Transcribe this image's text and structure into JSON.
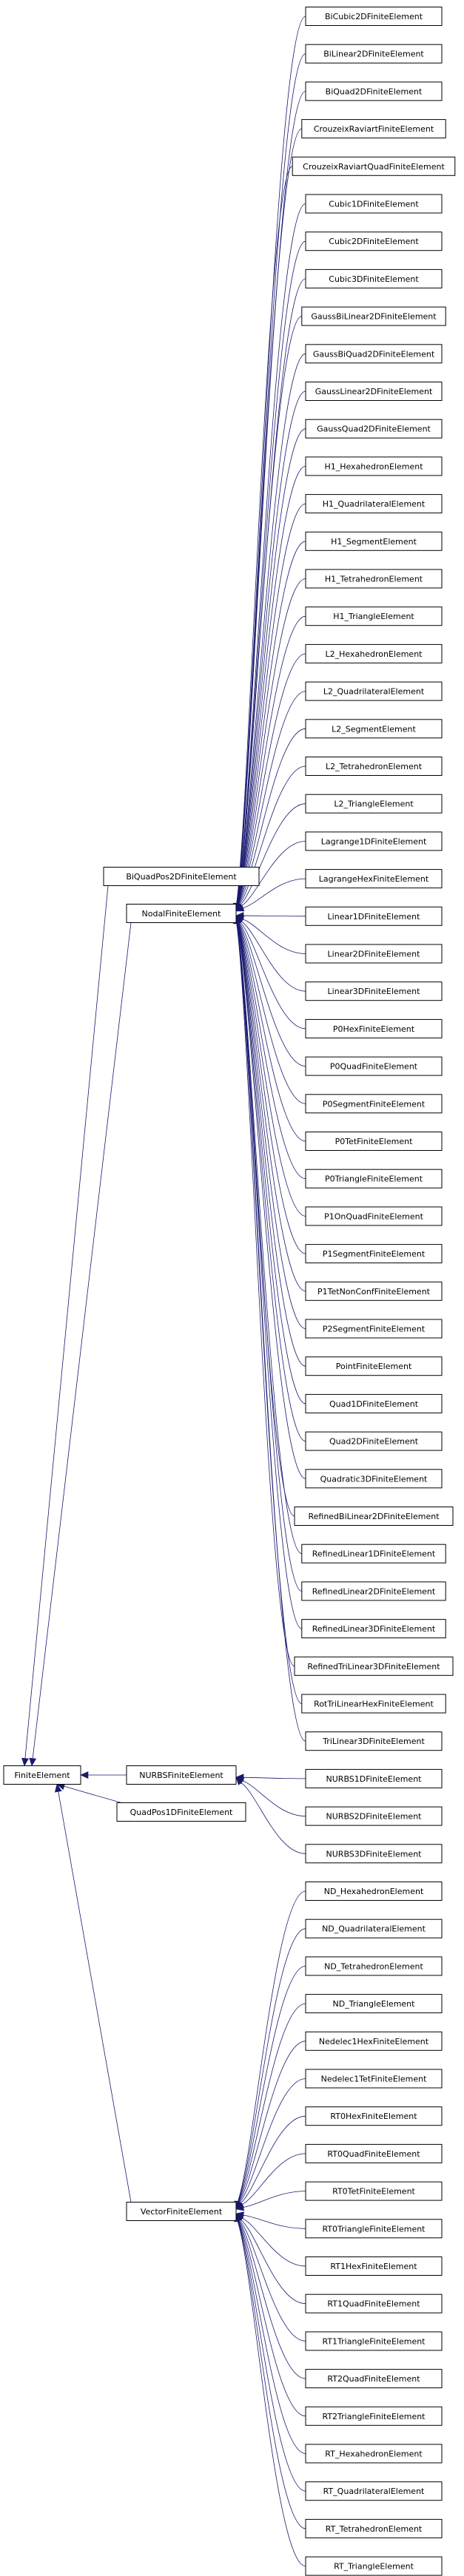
{
  "diagram": {
    "root": "FiniteElement",
    "direct_children": [
      "BiQuadPos2DFiniteElement",
      "NodalFiniteElement",
      "NURBSFiniteElement",
      "QuadPos1DFiniteElement",
      "VectorFiniteElement"
    ],
    "groups": [
      {
        "parent": "NodalFiniteElement",
        "children": [
          "BiCubic2DFiniteElement",
          "BiLinear2DFiniteElement",
          "BiQuad2DFiniteElement",
          "CrouzeixRaviartFiniteElement",
          "CrouzeixRaviartQuadFiniteElement",
          "Cubic1DFiniteElement",
          "Cubic2DFiniteElement",
          "Cubic3DFiniteElement",
          "GaussBiLinear2DFiniteElement",
          "GaussBiQuad2DFiniteElement",
          "GaussLinear2DFiniteElement",
          "GaussQuad2DFiniteElement",
          "H1_HexahedronElement",
          "H1_QuadrilateralElement",
          "H1_SegmentElement",
          "H1_TetrahedronElement",
          "H1_TriangleElement",
          "L2_HexahedronElement",
          "L2_QuadrilateralElement",
          "L2_SegmentElement",
          "L2_TetrahedronElement",
          "L2_TriangleElement",
          "Lagrange1DFiniteElement",
          "LagrangeHexFiniteElement",
          "Linear1DFiniteElement",
          "Linear2DFiniteElement",
          "Linear3DFiniteElement",
          "P0HexFiniteElement",
          "P0QuadFiniteElement",
          "P0SegmentFiniteElement",
          "P0TetFiniteElement",
          "P0TriangleFiniteElement",
          "P1OnQuadFiniteElement",
          "P1SegmentFiniteElement",
          "P1TetNonConfFiniteElement",
          "P2SegmentFiniteElement",
          "PointFiniteElement",
          "Quad1DFiniteElement",
          "Quad2DFiniteElement",
          "Quadratic3DFiniteElement",
          "RefinedBiLinear2DFiniteElement",
          "RefinedLinear1DFiniteElement",
          "RefinedLinear2DFiniteElement",
          "RefinedLinear3DFiniteElement",
          "RefinedTriLinear3DFiniteElement",
          "RotTriLinearHexFiniteElement",
          "TriLinear3DFiniteElement"
        ]
      },
      {
        "parent": "NURBSFiniteElement",
        "children": [
          "NURBS1DFiniteElement",
          "NURBS2DFiniteElement",
          "NURBS3DFiniteElement"
        ]
      },
      {
        "parent": "VectorFiniteElement",
        "children": [
          "ND_HexahedronElement",
          "ND_QuadrilateralElement",
          "ND_TetrahedronElement",
          "ND_TriangleElement",
          "Nedelec1HexFiniteElement",
          "Nedelec1TetFiniteElement",
          "RT0HexFiniteElement",
          "RT0QuadFiniteElement",
          "RT0TetFiniteElement",
          "RT0TriangleFiniteElement",
          "RT1HexFiniteElement",
          "RT1QuadFiniteElement",
          "RT1TriangleFiniteElement",
          "RT2QuadFiniteElement",
          "RT2TriangleFiniteElement",
          "RT_HexahedronElement",
          "RT_QuadrilateralElement",
          "RT_TetrahedronElement",
          "RT_TriangleElement"
        ]
      }
    ],
    "colors": {
      "edge": "#191970",
      "box_border": "#000000",
      "box_fill": "#ffffff",
      "text": "#000000"
    }
  }
}
